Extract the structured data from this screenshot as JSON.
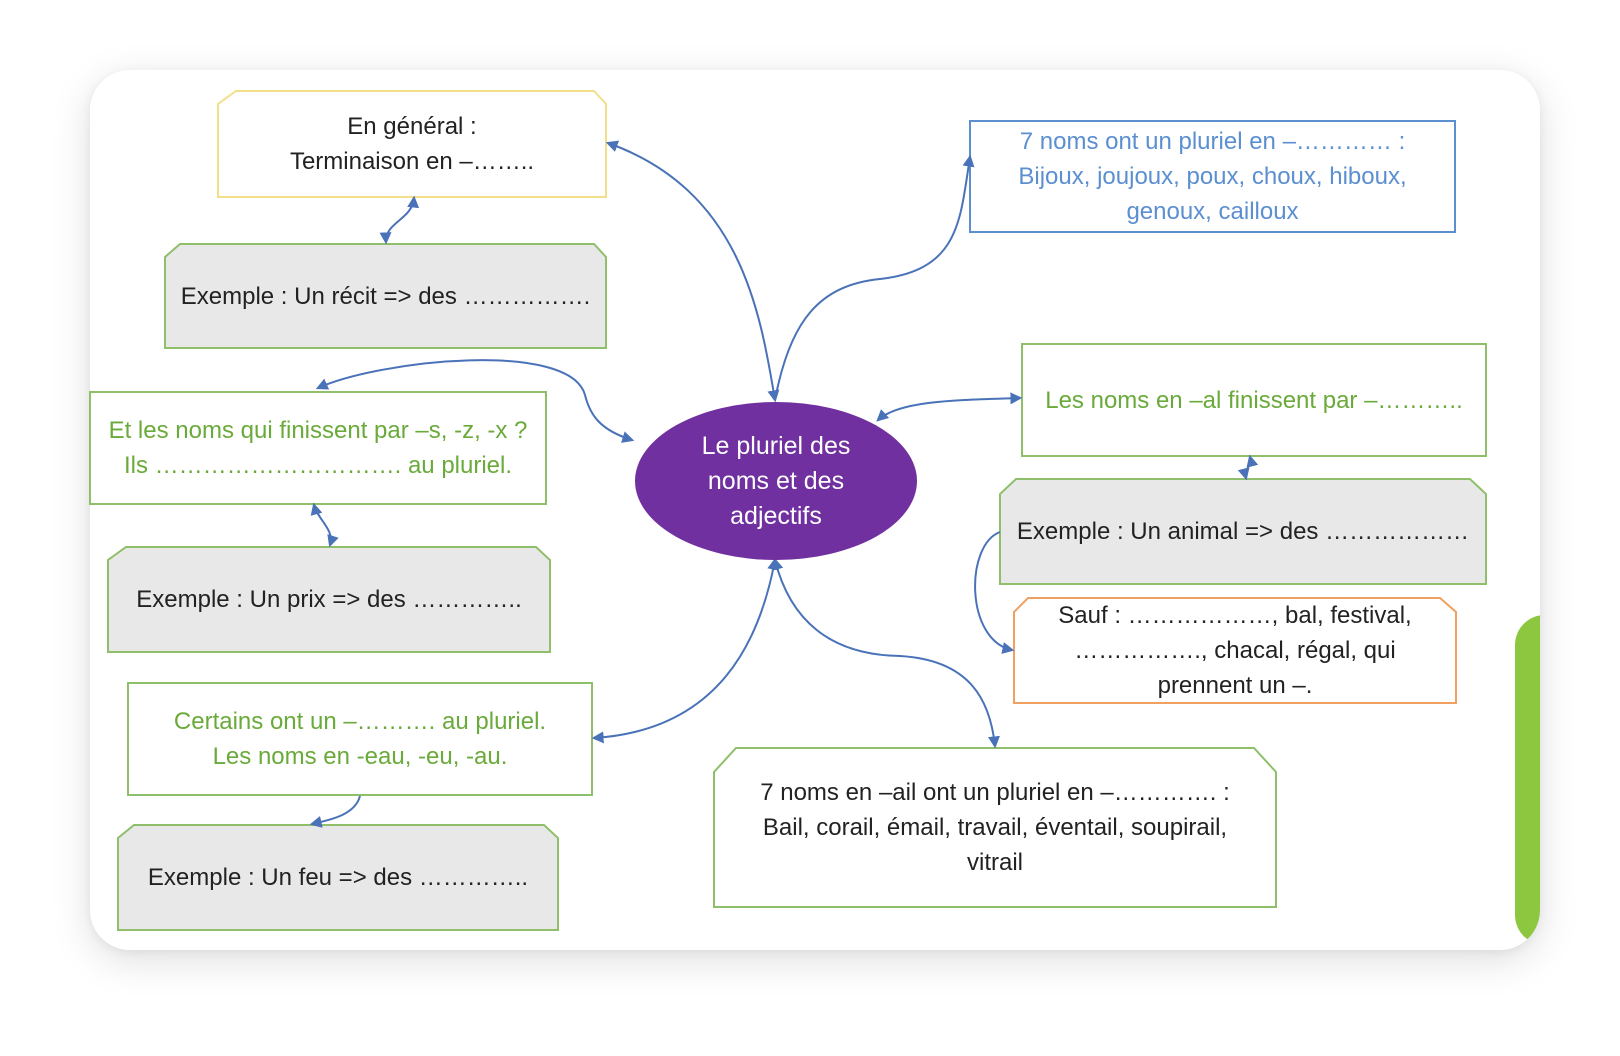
{
  "center": {
    "lines": [
      "Le pluriel des",
      "noms et des",
      "adjectifs"
    ],
    "color": "#7030a0"
  },
  "boxes": {
    "general": {
      "lines": [
        "En général :",
        "Terminaison en –…….."
      ]
    },
    "example_recit": {
      "lines": [
        "Exemple : Un récit => des ……………."
      ]
    },
    "s_z_x": {
      "lines": [
        "Et les noms qui finissent par –s, -z, -x ?",
        "Ils …………………………. au pluriel."
      ]
    },
    "example_prix": {
      "lines": [
        "Exemple : Un prix => des ………….."
      ]
    },
    "certains": {
      "lines": [
        "Certains ont un –………. au pluriel.",
        "Les noms en -eau, -eu, -au."
      ]
    },
    "example_feu": {
      "lines": [
        "Exemple : Un feu => des ………….."
      ]
    },
    "oux": {
      "lines": [
        "7 noms ont un pluriel en –………… :",
        "Bijoux, joujoux, poux, choux, hiboux,",
        "genoux, cailloux"
      ]
    },
    "al": {
      "lines": [
        "Les noms en –al finissent par –……….."
      ]
    },
    "example_animal": {
      "lines": [
        "Exemple : Un animal => des ………………"
      ]
    },
    "sauf": {
      "lines": [
        "Sauf : ………………, bal, festival,",
        "……………., chacal, régal, qui",
        "prennent un –."
      ]
    },
    "ail": {
      "lines": [
        "7 noms en –ail ont un pluriel en –…………. :",
        "Bail, corail, émail, travail, éventail, soupirail,",
        "vitrail"
      ]
    }
  },
  "colors": {
    "connector": "#4a72b8",
    "green_text": "#6aaa3a",
    "blue_text": "#5b8fd0",
    "grey_fill": "#e8e8e8",
    "green_border": "#8fbf6a",
    "yellow_border": "#f3de8a",
    "orange_border": "#f0a060",
    "accent_tab": "#8dc63f"
  }
}
